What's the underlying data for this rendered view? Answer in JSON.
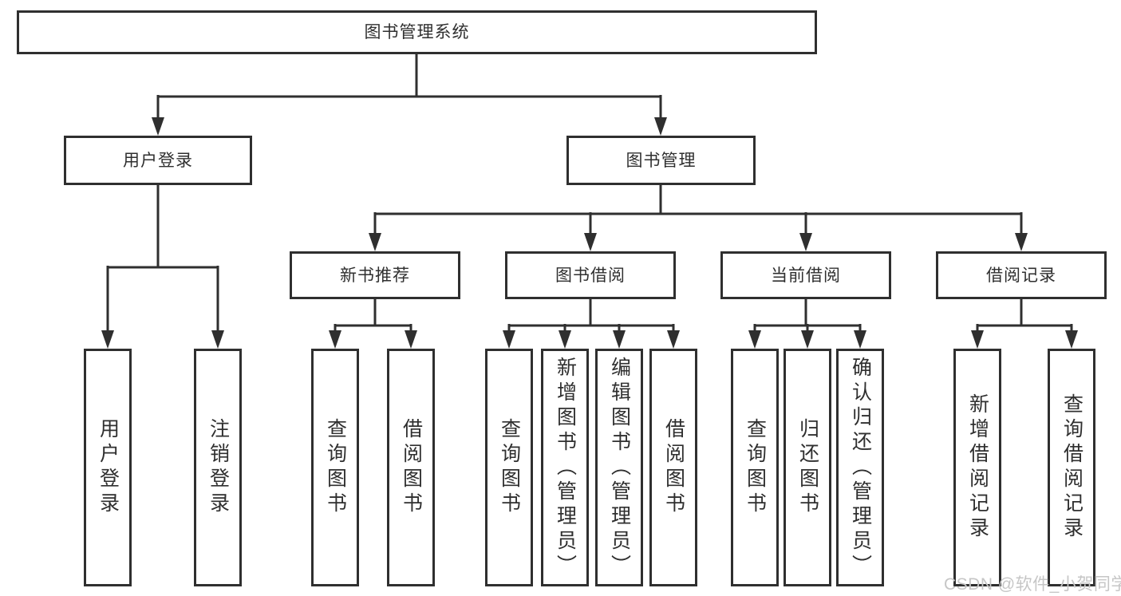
{
  "diagram": {
    "type": "hierarchy-flowchart",
    "root": {
      "label": "图书管理系统",
      "children": [
        {
          "label": "用户登录",
          "children": [
            {
              "label": "用户登录"
            },
            {
              "label": "注销登录"
            }
          ]
        },
        {
          "label": "图书管理",
          "children": [
            {
              "label": "新书推荐",
              "children": [
                {
                  "label": "查询图书"
                },
                {
                  "label": "借阅图书"
                }
              ]
            },
            {
              "label": "图书借阅",
              "children": [
                {
                  "label": "查询图书"
                },
                {
                  "label": "新增图书（管理员）"
                },
                {
                  "label": "编辑图书（管理员）"
                },
                {
                  "label": "借阅图书"
                }
              ]
            },
            {
              "label": "当前借阅",
              "children": [
                {
                  "label": "查询图书"
                },
                {
                  "label": "归还图书"
                },
                {
                  "label": "确认归还（管理员）"
                }
              ]
            },
            {
              "label": "借阅记录",
              "children": [
                {
                  "label": "新增借阅记录"
                },
                {
                  "label": "查询借阅记录"
                }
              ]
            }
          ]
        }
      ]
    }
  },
  "watermark": {
    "text": "CSDN @软件_小贺同学"
  },
  "colors": {
    "line": "#2f2f2f",
    "box_border": "#2f2f2f",
    "box_fill": "#ffffff",
    "text": "#2f2f2f",
    "watermark": "#c6c6c6",
    "background": "#ffffff"
  }
}
